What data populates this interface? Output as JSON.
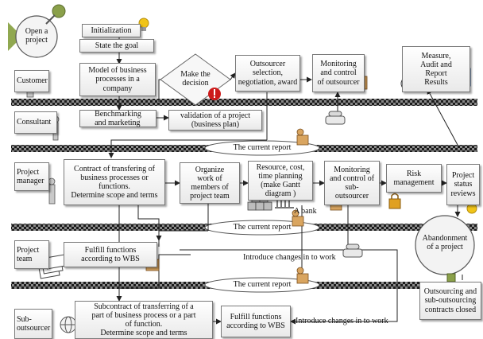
{
  "lanes": {
    "customer": "Customer",
    "consultant": "Consultant",
    "project_manager": "Project\nmanager",
    "project_team": "Project\nteam",
    "sub_outsourcer": "Sub-\noutsourcer"
  },
  "start": "Open a\nproject",
  "boxes": {
    "initialization": "Initialization",
    "state_goal": "State the goal",
    "model": "Model of business\nprocesses in a\ncompany",
    "make_decision": "Make the\ndecision",
    "outsourcer_selection": "Outsourcer\nselection,\nnegotiation, award",
    "monitoring_outsourcer": "Monitoring\nand control\nof outsourcer",
    "measure": "Measure,\nAudit and\nReport\nResults",
    "benchmarking": "Benchmarking\nand marketing",
    "validation": "validation of a project\n(business plan)",
    "contract": "Contract of transfering of\nbusiness processes or\nfunctions.\nDetermine scope and terms",
    "organize": "Organize\nwork of\nmembers of\nproject team",
    "resource": "Resource, cost,\ntime  planning\n(make Gantt\ndiagram )",
    "monitoring_sub": "Monitoring\nand control of\nsub-\noutsourcer",
    "risk": "Risk\nmanagement",
    "status": "Project\nstatus\nreviews",
    "abandonment": "Abandonment\nof a project",
    "fulfill_team": "Fulfill  functions\naccording to WBS",
    "subcontract": "Subcontract of transferring of a\npart of business process or a part\nof function.\nDetermine scope and terms",
    "fulfill_sub": "Fulfill functions\naccording to WBS",
    "closed": "Outsourcing and\nsub-outsourcing\ncontracts closed"
  },
  "labels": {
    "current_report": "The current report",
    "a_bank": "A bank",
    "introduce_changes": "Introduce changes in to work"
  },
  "icons": [
    "pin-icon",
    "bulb-icon",
    "warning-icon",
    "calendar-icon",
    "clock-icon",
    "bank-icon",
    "cubes-icon",
    "phone-icon",
    "lock-icon",
    "globe-icon",
    "person-icon"
  ],
  "colors": {
    "start_fill": "#90a850",
    "pin": "#8aa04a",
    "warning": "#cc1a1a",
    "bulb": "#f0c419",
    "band_dark": "#1c1c1c"
  }
}
